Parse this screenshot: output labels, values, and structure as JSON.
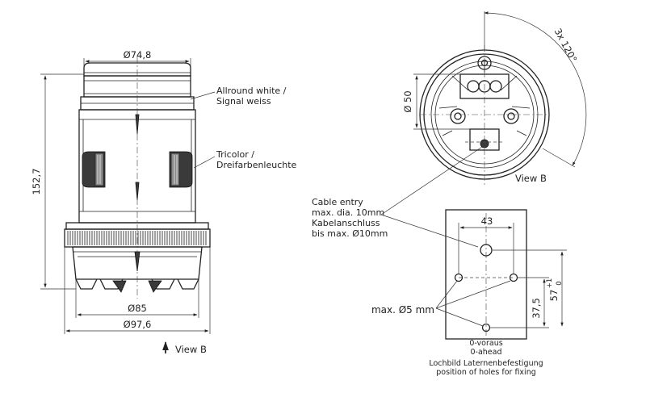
{
  "side_view": {
    "dia_top": "Ø74,8",
    "height": "152,7",
    "dia_mid": "Ø85",
    "dia_base": "Ø97,6",
    "view_b": "View B"
  },
  "callouts": {
    "allround_line1": "Allround white /",
    "allround_line2": "Signal weiss",
    "tricolor_line1": "Tricolor /",
    "tricolor_line2": "Dreifarbenleuchte",
    "cable_line1": "Cable entry",
    "cable_line2": "max. dia. 10mm",
    "cable_line3": "Kabelanschluss",
    "cable_line4": "bis max. Ø10mm"
  },
  "bottom_view": {
    "dia": "Ø 50",
    "angle": "3x 120°",
    "label": "View B"
  },
  "hole_pattern": {
    "width": "43",
    "height": "37,5",
    "depth_value": "57",
    "tol_upper": "+1",
    "tol_lower": "0",
    "holes": "max. Ø5 mm",
    "ahead_de": "0-voraus",
    "ahead_en": "0-ahead",
    "caption_de": "Lochbild Laternenbefestigung",
    "caption_en": "position of holes for fixing"
  }
}
